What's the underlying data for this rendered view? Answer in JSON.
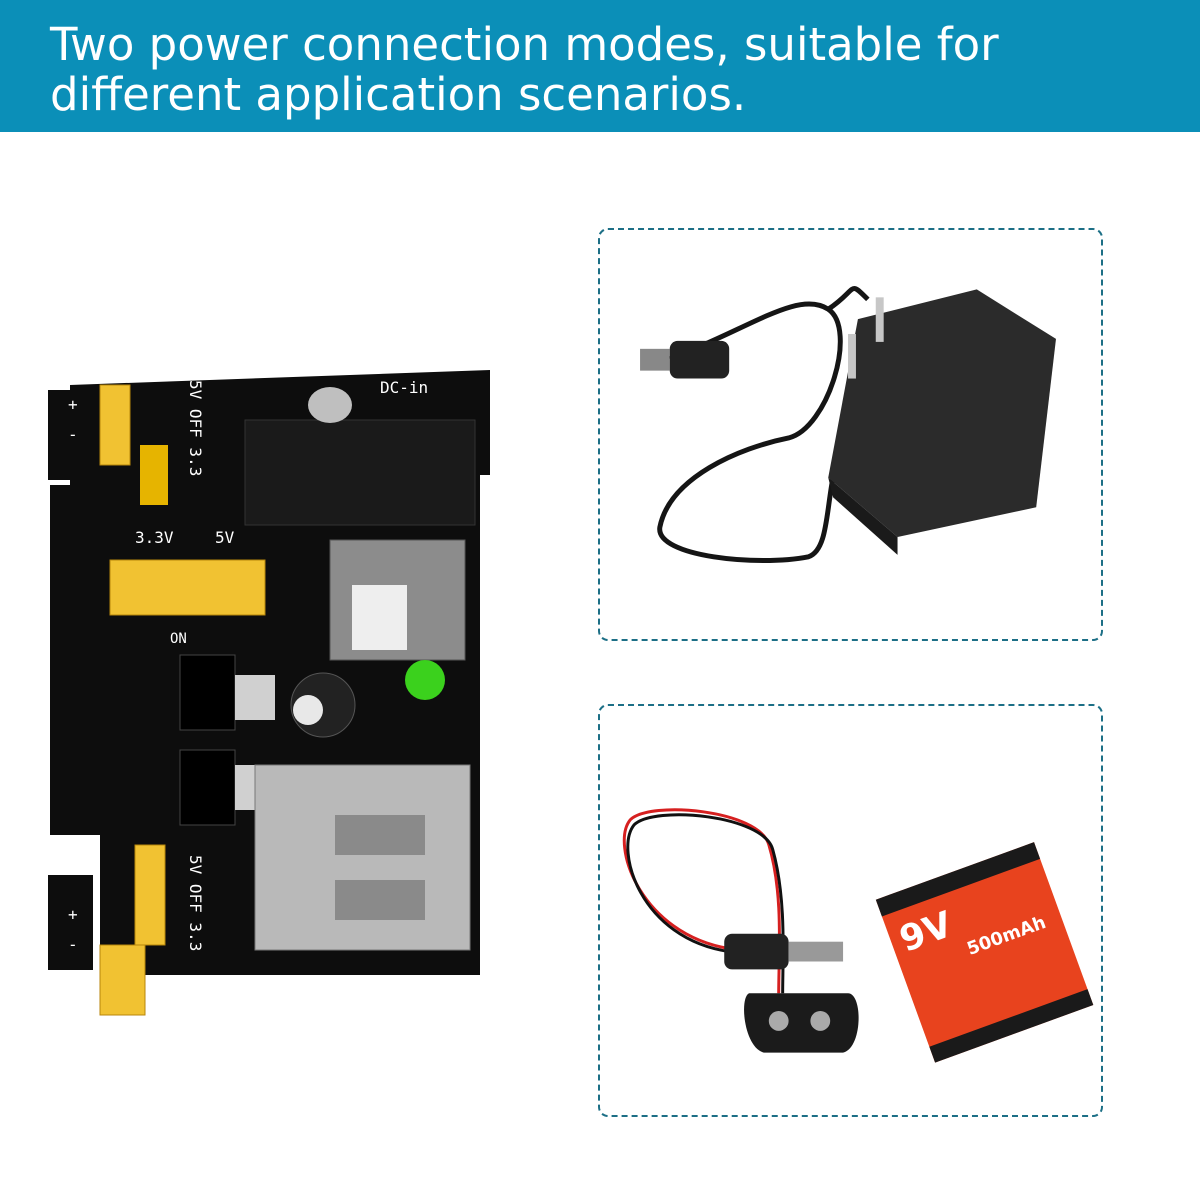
{
  "banner": {
    "line1": "Two power connection modes, suitable for",
    "line2": "different application scenarios."
  },
  "colors": {
    "banner_bg": "#0b8fb8",
    "banner_text": "#ffffff",
    "dashed_border": "#1c6f86"
  },
  "pcb": {
    "dc_in_label": "DC-in",
    "top_jumper_label": "5V OFF 3.3",
    "label_3v3": "3.3V",
    "label_5v": "5V",
    "label_on": "ON",
    "bottom_jumper_label": "5V OFF 3.3",
    "plus": "+",
    "minus": "-"
  },
  "battery": {
    "voltage": "9V",
    "capacity": "500mAh"
  }
}
